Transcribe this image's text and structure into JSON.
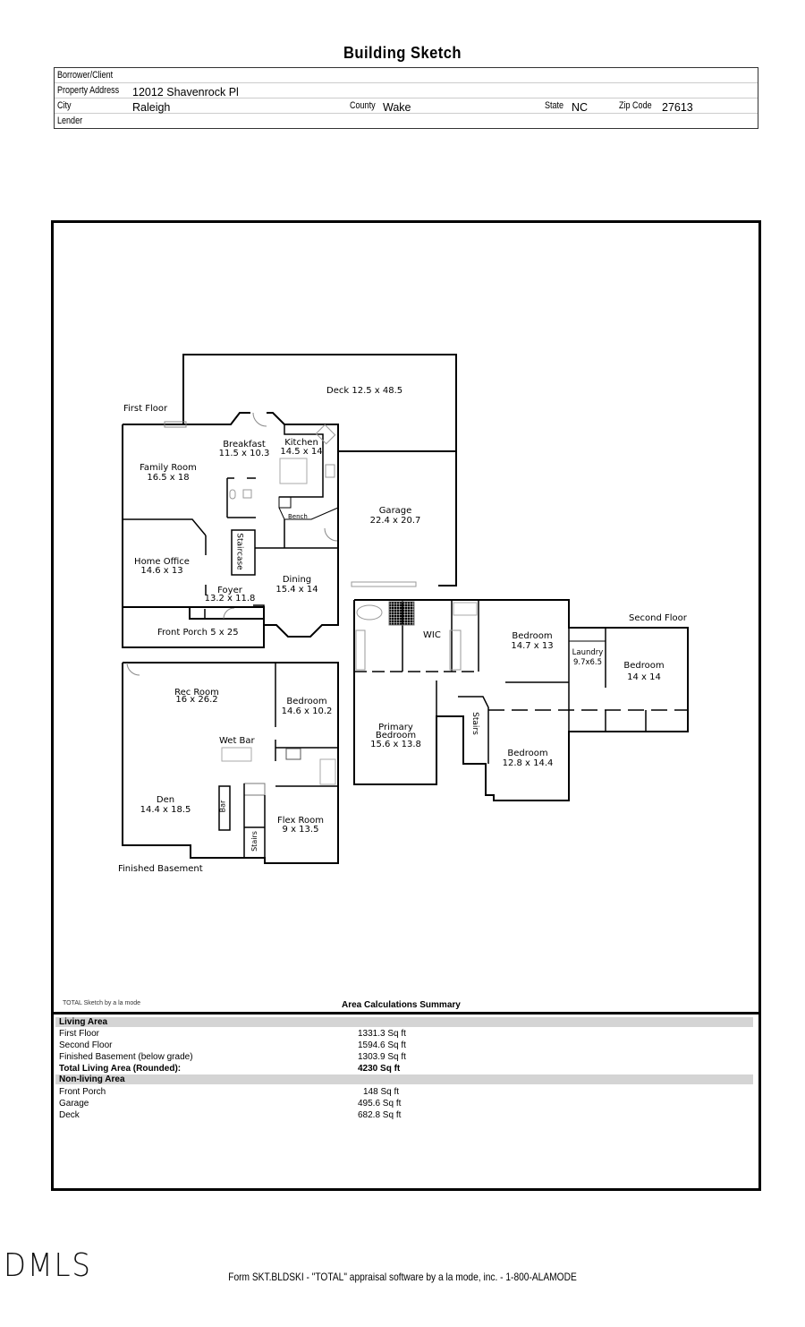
{
  "document": {
    "title": "Building Sketch",
    "footer": "Form SKT.BLDSKI - \"TOTAL\" appraisal software by a la mode, inc. - 1-800-ALAMODE",
    "watermark": "DMLS"
  },
  "header": {
    "borrower_label": "Borrower/Client",
    "borrower_value": "",
    "address_label": "Property Address",
    "address_value": "12012 Shavenrock Pl",
    "city_label": "City",
    "city_value": "Raleigh",
    "county_label": "County",
    "county_value": "Wake",
    "state_label": "State",
    "state_value": "NC",
    "zip_label": "Zip Code",
    "zip_value": "27613",
    "lender_label": "Lender",
    "lender_value": ""
  },
  "sketch": {
    "credit": "TOTAL Sketch by a la mode",
    "floors": {
      "first": {
        "label": "First Floor",
        "rooms": [
          {
            "name": "Deck",
            "dims": "12.5 x 48.5"
          },
          {
            "name": "Breakfast",
            "dims": "11.5 x 10.3"
          },
          {
            "name": "Kitchen",
            "dims": "14.5 x 14"
          },
          {
            "name": "Family Room",
            "dims": "16.5 x 18"
          },
          {
            "name": "Garage",
            "dims": "22.4 x 20.7"
          },
          {
            "name": "Bench",
            "dims": ""
          },
          {
            "name": "Staircase",
            "dims": ""
          },
          {
            "name": "Home Office",
            "dims": "14.6 x 13"
          },
          {
            "name": "Dining",
            "dims": "15.4 x 14"
          },
          {
            "name": "Foyer",
            "dims": "13.2 x 11.8"
          },
          {
            "name": "Front Porch",
            "dims": "5 x 25"
          }
        ]
      },
      "second": {
        "label": "Second Floor",
        "rooms": [
          {
            "name": "WIC",
            "dims": ""
          },
          {
            "name": "Bedroom",
            "dims": "14.7 x 13"
          },
          {
            "name": "Laundry",
            "dims": "9.7x6.5"
          },
          {
            "name": "Bedroom",
            "dims": "14 x 14"
          },
          {
            "name": "Primary Bedroom",
            "dims": "15.6 x 13.8"
          },
          {
            "name": "Stairs",
            "dims": ""
          },
          {
            "name": "Bedroom",
            "dims": "12.8 x 14.4"
          }
        ]
      },
      "basement": {
        "label": "Finished Basement",
        "rooms": [
          {
            "name": "Rec Room",
            "dims": "16 x 26.2"
          },
          {
            "name": "Bedroom",
            "dims": "14.6 x 10.2"
          },
          {
            "name": "Wet Bar",
            "dims": ""
          },
          {
            "name": "Den",
            "dims": "14.4 x 18.5"
          },
          {
            "name": "Bar",
            "dims": ""
          },
          {
            "name": "Flex Room",
            "dims": "9 x 13.5"
          },
          {
            "name": "Stairs",
            "dims": ""
          }
        ]
      }
    }
  },
  "summary": {
    "title": "Area Calculations Summary",
    "living_header": "Living Area",
    "living": [
      {
        "label": "First Floor",
        "value": "1331.3 Sq ft"
      },
      {
        "label": "Second Floor",
        "value": "1594.6 Sq ft"
      },
      {
        "label": "Finished Basement (below grade)",
        "value": "1303.9 Sq ft"
      }
    ],
    "total_label": "Total Living Area (Rounded):",
    "total_value": "4230 Sq ft",
    "nonliving_header": "Non-living Area",
    "nonliving": [
      {
        "label": "Front Porch",
        "value": "148 Sq ft"
      },
      {
        "label": "Garage",
        "value": "495.6 Sq ft"
      },
      {
        "label": "Deck",
        "value": "682.8 Sq ft"
      }
    ]
  }
}
